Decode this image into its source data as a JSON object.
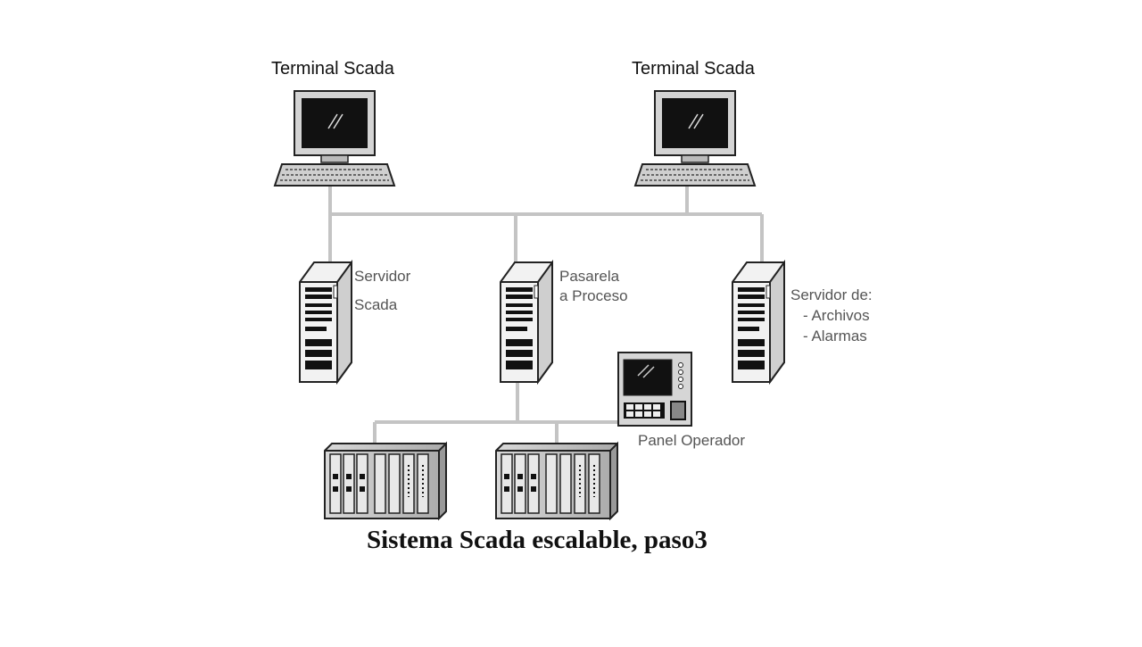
{
  "terminals": [
    {
      "label": "Terminal Scada"
    },
    {
      "label": "Terminal Scada"
    }
  ],
  "servers": [
    {
      "line1": "Servidor",
      "line2": "Scada"
    },
    {
      "line1": "Pasarela",
      "line2": "a Proceso"
    },
    {
      "line1": "Servidor de:",
      "line2": "- Archivos",
      "line3": "- Alarmas"
    }
  ],
  "panel": {
    "label": "Panel Operador"
  },
  "caption": "Sistema Scada escalable, paso3",
  "colors": {
    "network_line": "#c4c4c4",
    "device_outline": "#222222",
    "screen": "#111111"
  }
}
